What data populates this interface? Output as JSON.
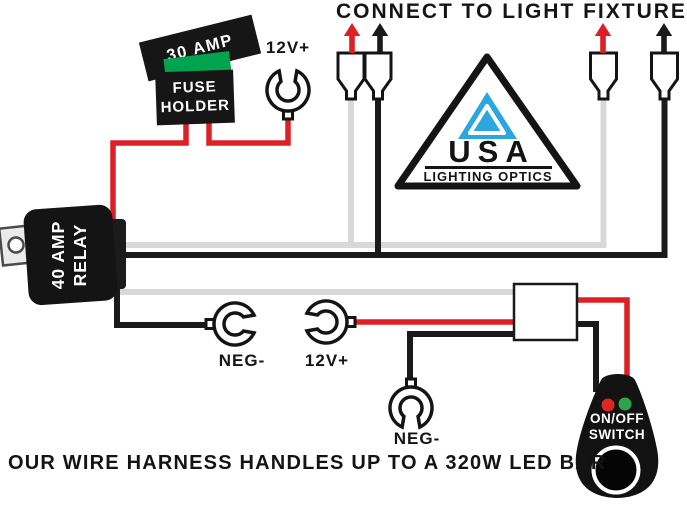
{
  "header": {
    "title": "CONNECT TO LIGHT FIXTURE"
  },
  "footer": {
    "caption": "OUR WIRE HARNESS HANDLES UP TO A 320W LED BAR"
  },
  "fuse_assembly": {
    "rating": "30 AMP",
    "holder_line1": "FUSE",
    "holder_line2": "HOLDER"
  },
  "relay": {
    "line1": "40 AMP",
    "line2": "RELAY"
  },
  "terminals": {
    "battery_positive_top": "12V+",
    "accessory_negative": "NEG-",
    "accessory_positive": "12V+",
    "switch_negative": "NEG-"
  },
  "switch": {
    "line1": "ON/OFF",
    "line2": "SWITCH"
  },
  "logo": {
    "brand": "USA",
    "tagline": "LIGHTING OPTICS"
  },
  "colors": {
    "positive_wire": "#DC2026",
    "ground_wire": "#1A1A1A",
    "fixture_wire": "#D8D8D8",
    "fuse_green": "#00A44F",
    "logo_blue": "#2CA6DE",
    "led_red": "#E02621",
    "led_green": "#2EA44E",
    "ink": "#141414",
    "panel_black": "#161616"
  }
}
